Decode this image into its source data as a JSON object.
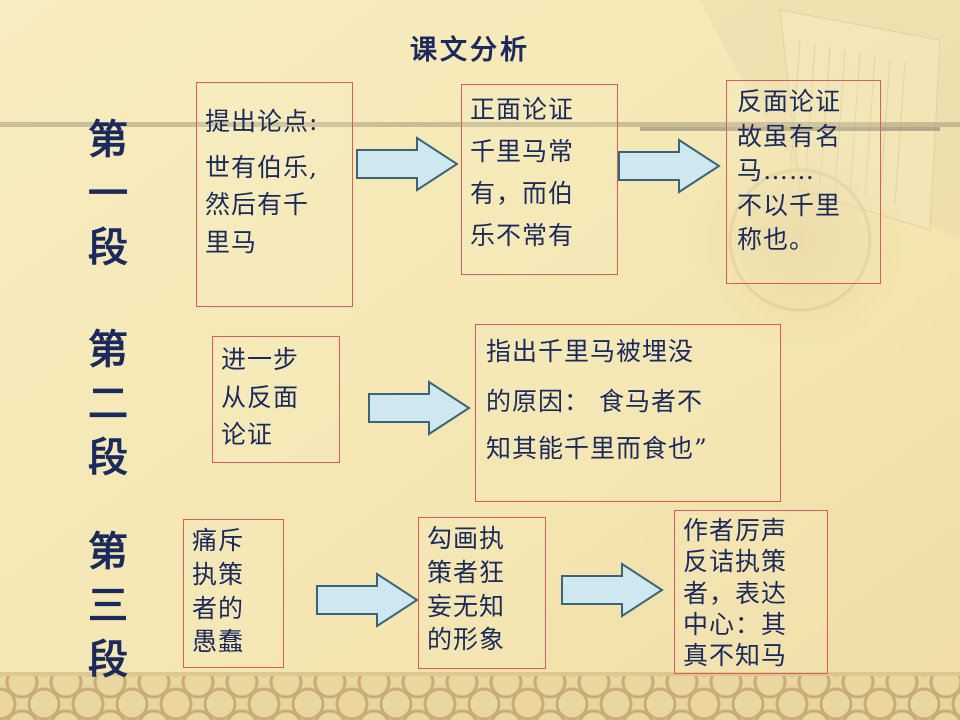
{
  "title": "课文分析",
  "sections": [
    {
      "label": [
        "第",
        "一",
        "段"
      ],
      "boxes": [
        {
          "lines": [
            "提出论点:",
            "世有伯乐,",
            "然后有千",
            "里马"
          ]
        },
        {
          "lines": [
            "正面论证",
            "千里马常",
            "有，而伯",
            "乐不常有"
          ]
        },
        {
          "lines": [
            "反面论证",
            "故虽有名",
            "马……",
            "不以千里",
            "称也。"
          ]
        }
      ]
    },
    {
      "label": [
        "第",
        "二",
        "段"
      ],
      "boxes": [
        {
          "lines": [
            "进一步",
            "从反面",
            "论证"
          ]
        },
        {
          "lines": [
            "指出千里马被埋没",
            "的原因： 食马者不",
            "知其能千里而食也”"
          ]
        }
      ]
    },
    {
      "label": [
        "第",
        "三",
        "段"
      ],
      "boxes": [
        {
          "lines": [
            "痛斥",
            "执策",
            "者的",
            "愚蠢"
          ]
        },
        {
          "lines": [
            "勾画执",
            "策者狂",
            "妄无知",
            "的形象"
          ]
        },
        {
          "lines": [
            "作者厉声",
            "反诘执策",
            "者，表达",
            "中心：其",
            "真不知马"
          ]
        }
      ]
    }
  ],
  "colors": {
    "text": "#1b2a5c",
    "box_border": "#e25b5b",
    "arrow_fill": "#cfe8f0",
    "arrow_stroke": "#3a6478",
    "background": "#f6eab8"
  }
}
